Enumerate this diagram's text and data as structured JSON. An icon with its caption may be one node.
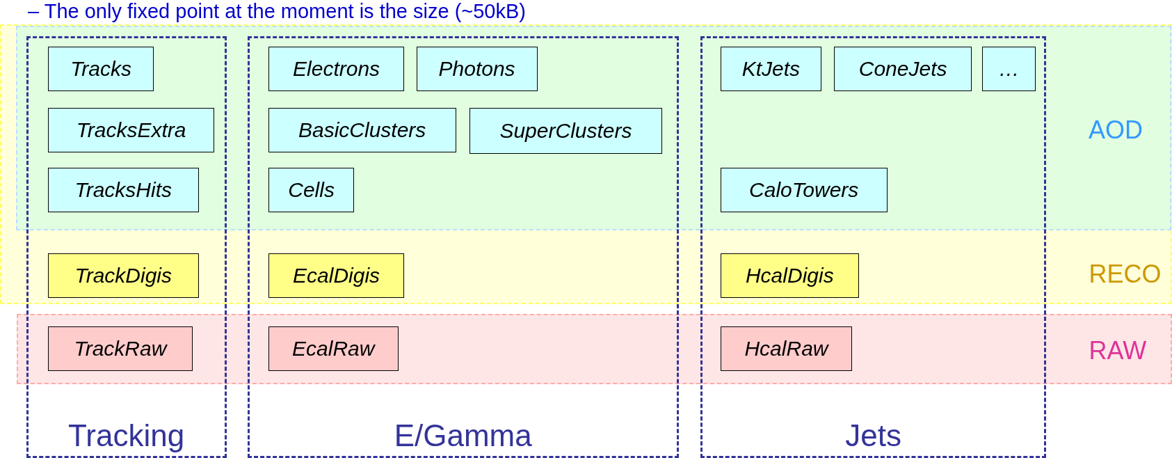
{
  "diagram": {
    "nodes": [
      {
        "text": [
          "RECO"
        ]
      },
      {
        "text": [
          "AOD"
        ],
        "in": 0
      },
      {
        "text": [
          "RAW"
        ]
      },
      {
        "text": [
          "Tracking"
        ]
      },
      {
        "text": [
          "E/Gamma"
        ]
      },
      {
        "text": [
          "Jets"
        ]
      },
      {
        "text": [
          "Tracks"
        ]
      },
      {
        "text": [
          "Electrons"
        ]
      },
      {
        "text": [
          "Photons"
        ]
      },
      {
        "text": [
          "KtJets"
        ]
      },
      {
        "text": [
          "ConeJets"
        ]
      },
      {
        "text": [
          "…"
        ]
      },
      {
        "text": [
          "TracksExtra"
        ]
      },
      {
        "text": [
          "BasicClusters"
        ]
      },
      {
        "text": [
          "SuperClusters"
        ]
      },
      {
        "text": [
          "TracksHits"
        ]
      },
      {
        "text": [
          "Cells"
        ]
      },
      {
        "text": [
          "CaloTowers"
        ]
      },
      {
        "text": [
          "TrackDigis"
        ]
      },
      {
        "text": [
          "EcalDigis"
        ]
      },
      {
        "text": [
          "HcalDigis"
        ]
      },
      {
        "text": [
          "TrackRaw"
        ]
      },
      {
        "text": [
          "EcalRaw"
        ]
      },
      {
        "text": [
          "HcalRaw"
        ]
      }
    ],
    "labels": [
      "– The only fixed point at the moment is the size (~50kB)"
    ]
  }
}
